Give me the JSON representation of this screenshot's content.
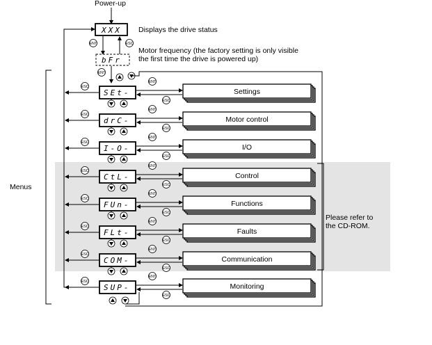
{
  "power_up_label": "Power-up",
  "status_display": "XXX",
  "status_caption": "Displays the drive status",
  "bfr_code": "bFr",
  "bfr_caption_line1": "Motor frequency (the factory setting is only visible",
  "bfr_caption_line2": "the first time the drive is powered up)",
  "menus_label": "Menus",
  "refer_line1": "Please refer to",
  "refer_line2": "the CD-ROM.",
  "button_labels": {
    "ent": "ENT",
    "esc": "ESC"
  },
  "colors": {
    "shaded_band": "#e4e4e4",
    "line": "#000000"
  },
  "menus": [
    {
      "code": "SEt-",
      "label": "Settings"
    },
    {
      "code": "drC-",
      "label": "Motor control"
    },
    {
      "code": "I-O-",
      "label": "I/O"
    },
    {
      "code": "CtL-",
      "label": "Control"
    },
    {
      "code": "FUn-",
      "label": "Functions"
    },
    {
      "code": "FLt-",
      "label": "Faults"
    },
    {
      "code": "COM-",
      "label": "Communication"
    },
    {
      "code": "SUP-",
      "label": "Monitoring"
    }
  ]
}
